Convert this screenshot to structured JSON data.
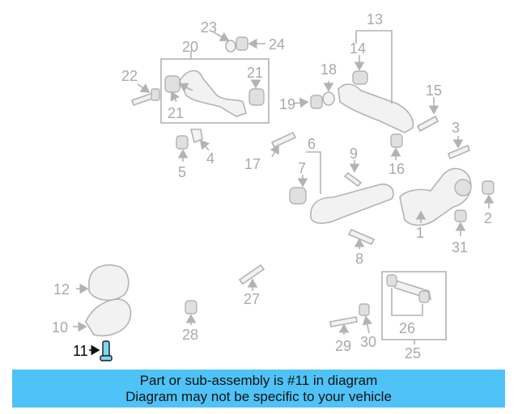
{
  "diagram": {
    "labels": [
      "1",
      "2",
      "3",
      "4",
      "5",
      "6",
      "7",
      "8",
      "9",
      "10",
      "11",
      "12",
      "13",
      "14",
      "15",
      "16",
      "17",
      "18",
      "19",
      "20",
      "21",
      "21",
      "22",
      "23",
      "24",
      "25",
      "26",
      "27",
      "28",
      "29",
      "30",
      "31"
    ],
    "highlighted_part": "11",
    "colors": {
      "label": "#a9a9a9",
      "line": "#b3b3b3",
      "highlight": "#7fd6f2",
      "banner": "#4fc3f7"
    }
  },
  "banner": {
    "line1": "Part or sub-assembly is #11 in diagram",
    "line2": "Diagram may not be specific to your vehicle"
  }
}
